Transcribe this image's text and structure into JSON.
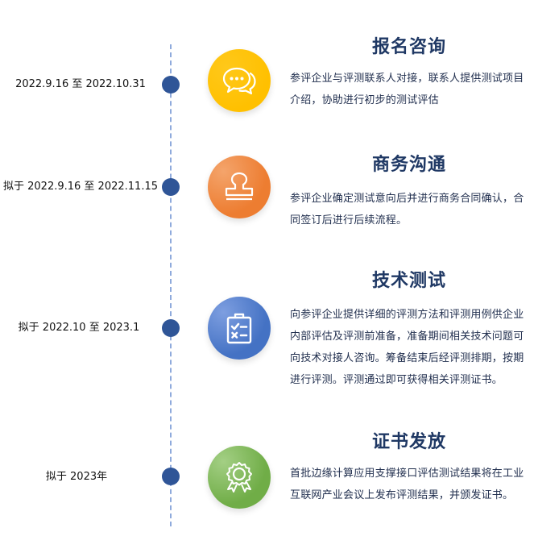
{
  "timeline": {
    "line_color": "#8faadc",
    "dot_color": "#2f5597",
    "stages": [
      {
        "date": "2022.9.16 至 2022.10.31",
        "title": "报名咨询",
        "icon": "chat-bubbles-icon",
        "color": "#ffc000",
        "description": "参评企业与评测联系人对接，联系人提供测试项目介绍，协助进行初步的测试评估"
      },
      {
        "date": "拟于 2022.9.16 至 2022.11.15",
        "title": "商务沟通",
        "icon": "stamp-icon",
        "color": "#ed7d31",
        "description": "参评企业确定测试意向后并进行商务合同确认，合同签订后进行后续流程。"
      },
      {
        "date": "拟于 2022.10 至 2023.1",
        "title": "技术测试",
        "icon": "checklist-clipboard-icon",
        "color": "#4472c4",
        "description": "向参评企业提供详细的评测方法和评测用例供企业内部评估及评测前准备，准备期间相关技术问题可向技术对接人咨询。筹备结束后经评测排期，按期进行评测。评测通过即可获得相关评测证书。"
      },
      {
        "date": "拟于 2023年",
        "title": "证书发放",
        "icon": "award-badge-icon",
        "color": "#70ad47",
        "description": "首批边缘计算应用支撑接口评估测试结果将在工业互联网产业会议上发布评测结果，并颁发证书。"
      }
    ]
  }
}
